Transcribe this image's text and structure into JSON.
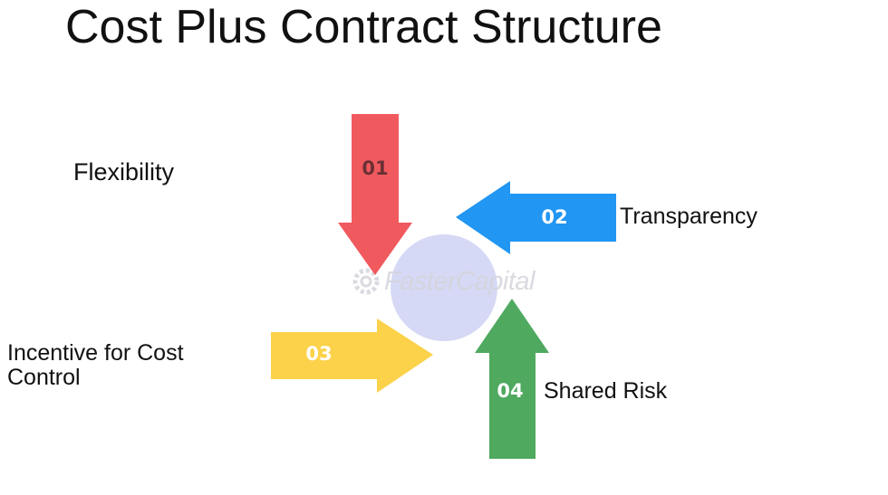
{
  "title": "Cost Plus Contract Structure",
  "items": [
    {
      "number": "01",
      "label": "Flexibility",
      "color": "#f05a5f",
      "number_color": "#6b3034"
    },
    {
      "number": "02",
      "label": "Transparency",
      "color": "#2196f3",
      "number_color": "#ffffff"
    },
    {
      "number": "03",
      "label": "Incentive for Cost Control",
      "color": "#fbd249",
      "number_color": "#ffffff"
    },
    {
      "number": "04",
      "label": "Shared Risk",
      "color": "#4fa95f",
      "number_color": "#ffffff"
    }
  ],
  "center_color": "#d6d9f5",
  "watermark": "FasterCapital",
  "watermark_icon": "gear-icon"
}
